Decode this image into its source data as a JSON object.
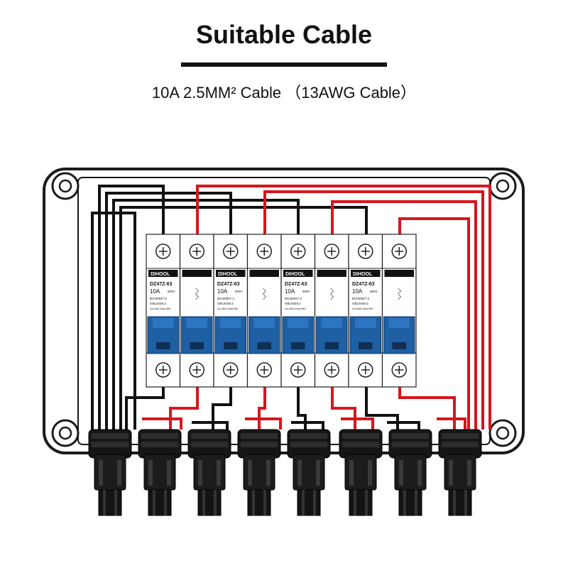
{
  "header": {
    "title": "Suitable Cable",
    "subtitle": "10A 2.5MM² Cable （13AWG Cable）"
  },
  "breakers": [
    {
      "brand": "DIHOOL",
      "model": "DZ47Z-63",
      "rating": "10A",
      "voltage": "500V",
      "std1": "IEC60947-2",
      "std2": "GB14048.2",
      "spec": "Icu=4kA   Uimp=5kV"
    },
    {
      "brand": "DIHOOL",
      "model": "DZ47Z-63",
      "rating": "10A",
      "voltage": "500V",
      "std1": "IEC60947-2",
      "std2": "GB14048.2",
      "spec": "Icu=4kA   Uimp=5kV"
    },
    {
      "brand": "DIHOOL",
      "model": "DZ47Z-63",
      "rating": "10A",
      "voltage": "500V",
      "std1": "IEC60947-2",
      "std2": "GB14048.2",
      "spec": "Icu=4kA   Uimp=5kV"
    },
    {
      "brand": "DIHOOL",
      "model": "DZ47Z-63",
      "rating": "10A",
      "voltage": "500V",
      "std1": "IEC60947-2",
      "std2": "GB14048.2",
      "spec": "Icu=4kA   Uimp=5kV"
    }
  ],
  "colors": {
    "positive_wire": "#d7161d",
    "negative_wire": "#111111",
    "handle": "#1f5fa3",
    "enclosure": "#1a1a1a"
  }
}
